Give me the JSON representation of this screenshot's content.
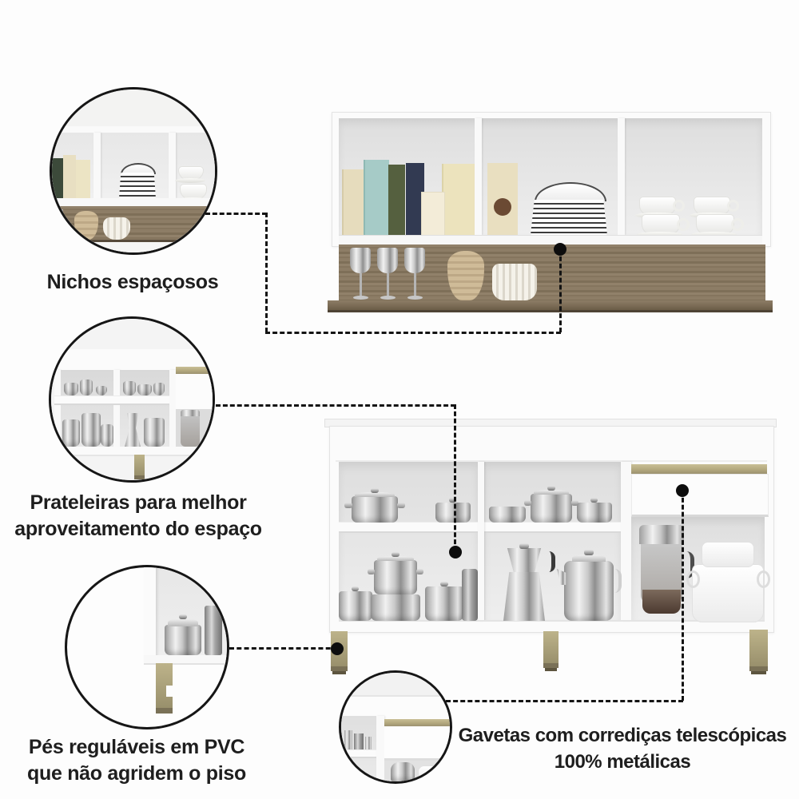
{
  "title_hint": "kitchen cabinet feature infographic",
  "palette": {
    "background": "#fdfdfd",
    "text": "#1e1e1e",
    "line_black": "#141414",
    "wood_brown": "#87775f",
    "wood_dark": "#4e4335",
    "gold_trim": "#b3a87e",
    "cabinet_white": "#fbfbfb",
    "interior_gray": "#e4e4e4"
  },
  "callouts": [
    {
      "id": "nichos",
      "label_lines": [
        "Nichos espaçosos"
      ]
    },
    {
      "id": "prateleiras",
      "label_lines": [
        "Prateleiras para melhor",
        "aproveitamento do espaço"
      ]
    },
    {
      "id": "pes",
      "label_lines": [
        "Pés reguláveis em PVC",
        "que não agridem o piso"
      ]
    },
    {
      "id": "gavetas",
      "label_lines": [
        "Gavetas com corrediças telescópicas",
        "100% metálicas"
      ]
    }
  ]
}
